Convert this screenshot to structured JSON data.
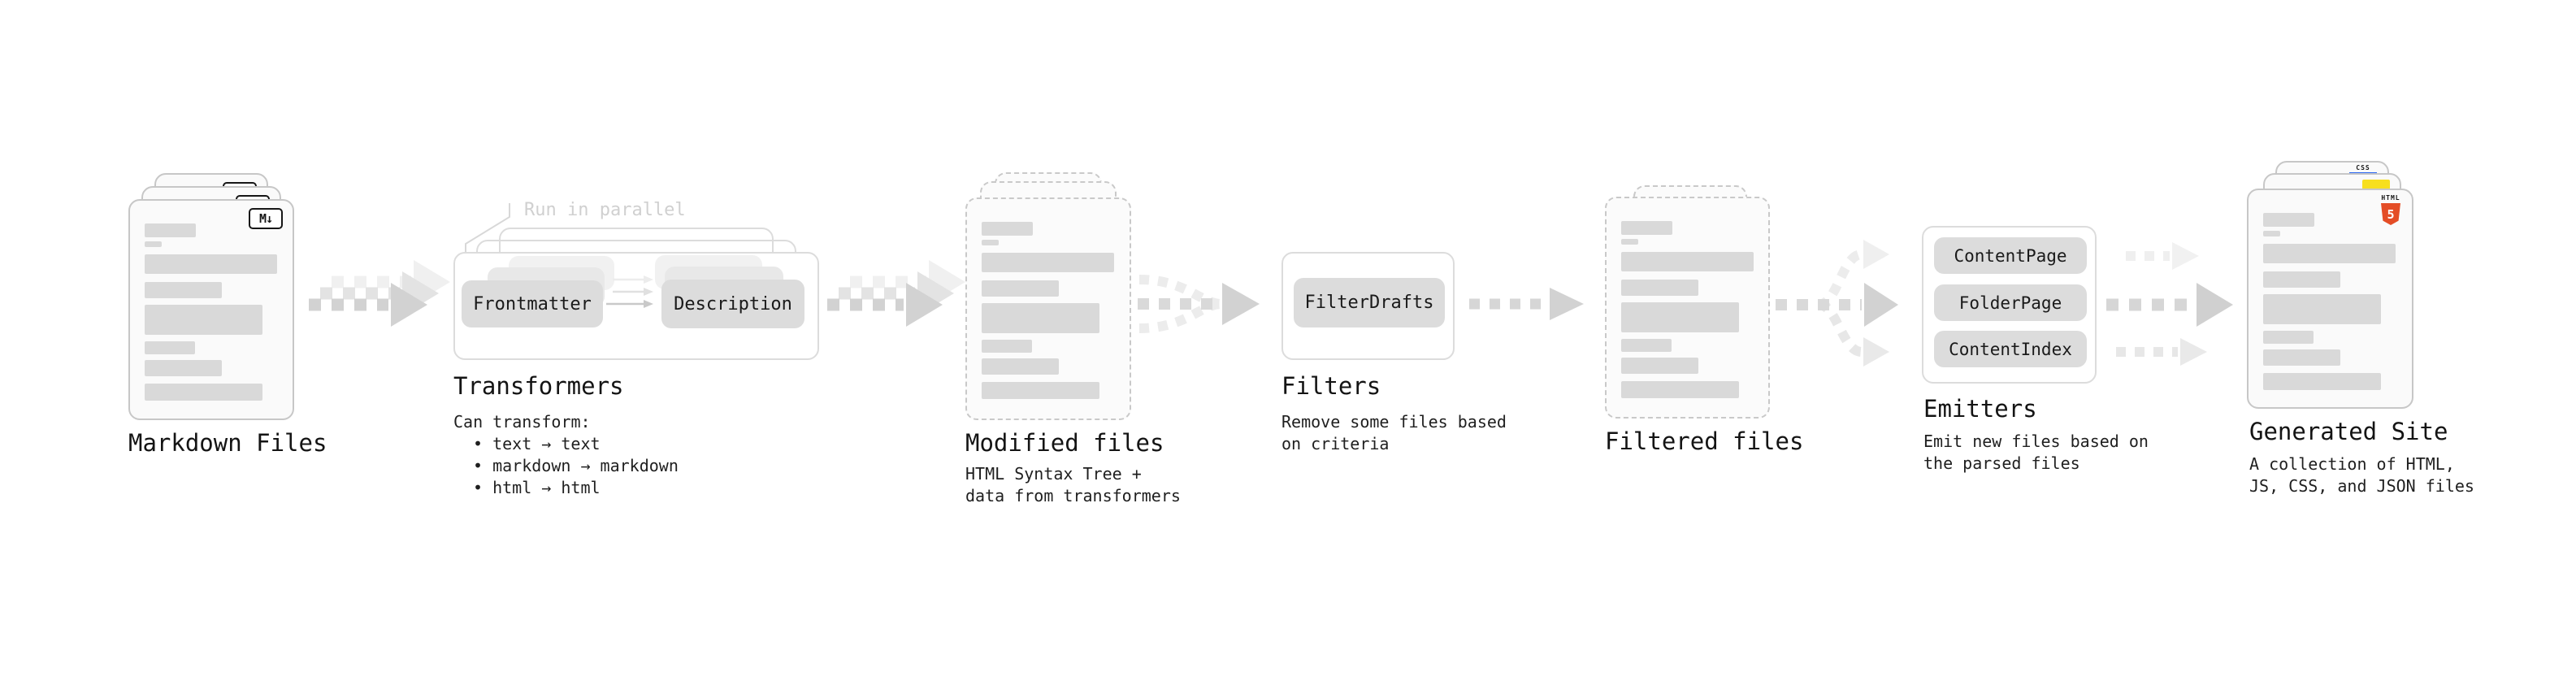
{
  "stages": {
    "markdown_files": {
      "label": "Markdown Files",
      "badge": "M↓"
    },
    "transformers": {
      "title": "Transformers",
      "annotation": "Run in parallel",
      "pill_frontmatter": "Frontmatter",
      "pill_description": "Description",
      "desc_heading": "Can transform:",
      "bullets": [
        "• text → text",
        "• markdown → markdown",
        "• html → html"
      ]
    },
    "modified_files": {
      "label": "Modified files",
      "desc_line1": "HTML Syntax Tree +",
      "desc_line2": "data from transformers"
    },
    "filters": {
      "title": "Filters",
      "pill": "FilterDrafts",
      "desc_line1": "Remove some files based",
      "desc_line2": "on criteria"
    },
    "filtered_files": {
      "label": "Filtered files"
    },
    "emitters": {
      "title": "Emitters",
      "pills": [
        "ContentPage",
        "FolderPage",
        "ContentIndex"
      ],
      "desc_line1": "Emit new files based on",
      "desc_line2": "the parsed files"
    },
    "generated_site": {
      "label": "Generated Site",
      "desc_line1": "A collection of HTML,",
      "desc_line2": "JS, CSS, and JSON files",
      "badge_html_label": "HTML",
      "badge_html_number": "5",
      "badge_css": "CSS"
    }
  },
  "colors": {
    "background": "#ffffff",
    "document_fill": "#fafafa",
    "document_border": "#c7c7c7",
    "skeleton_bar": "#d9d9d9",
    "pill_fill": "#dcdcdc",
    "arrow_gray": "#d2d2d2",
    "annotation_gray": "#d0d0d0",
    "html5_orange": "#e44d26",
    "js_yellow": "#f7df1e",
    "css_blue": "#2965f1",
    "text": "#161616"
  }
}
